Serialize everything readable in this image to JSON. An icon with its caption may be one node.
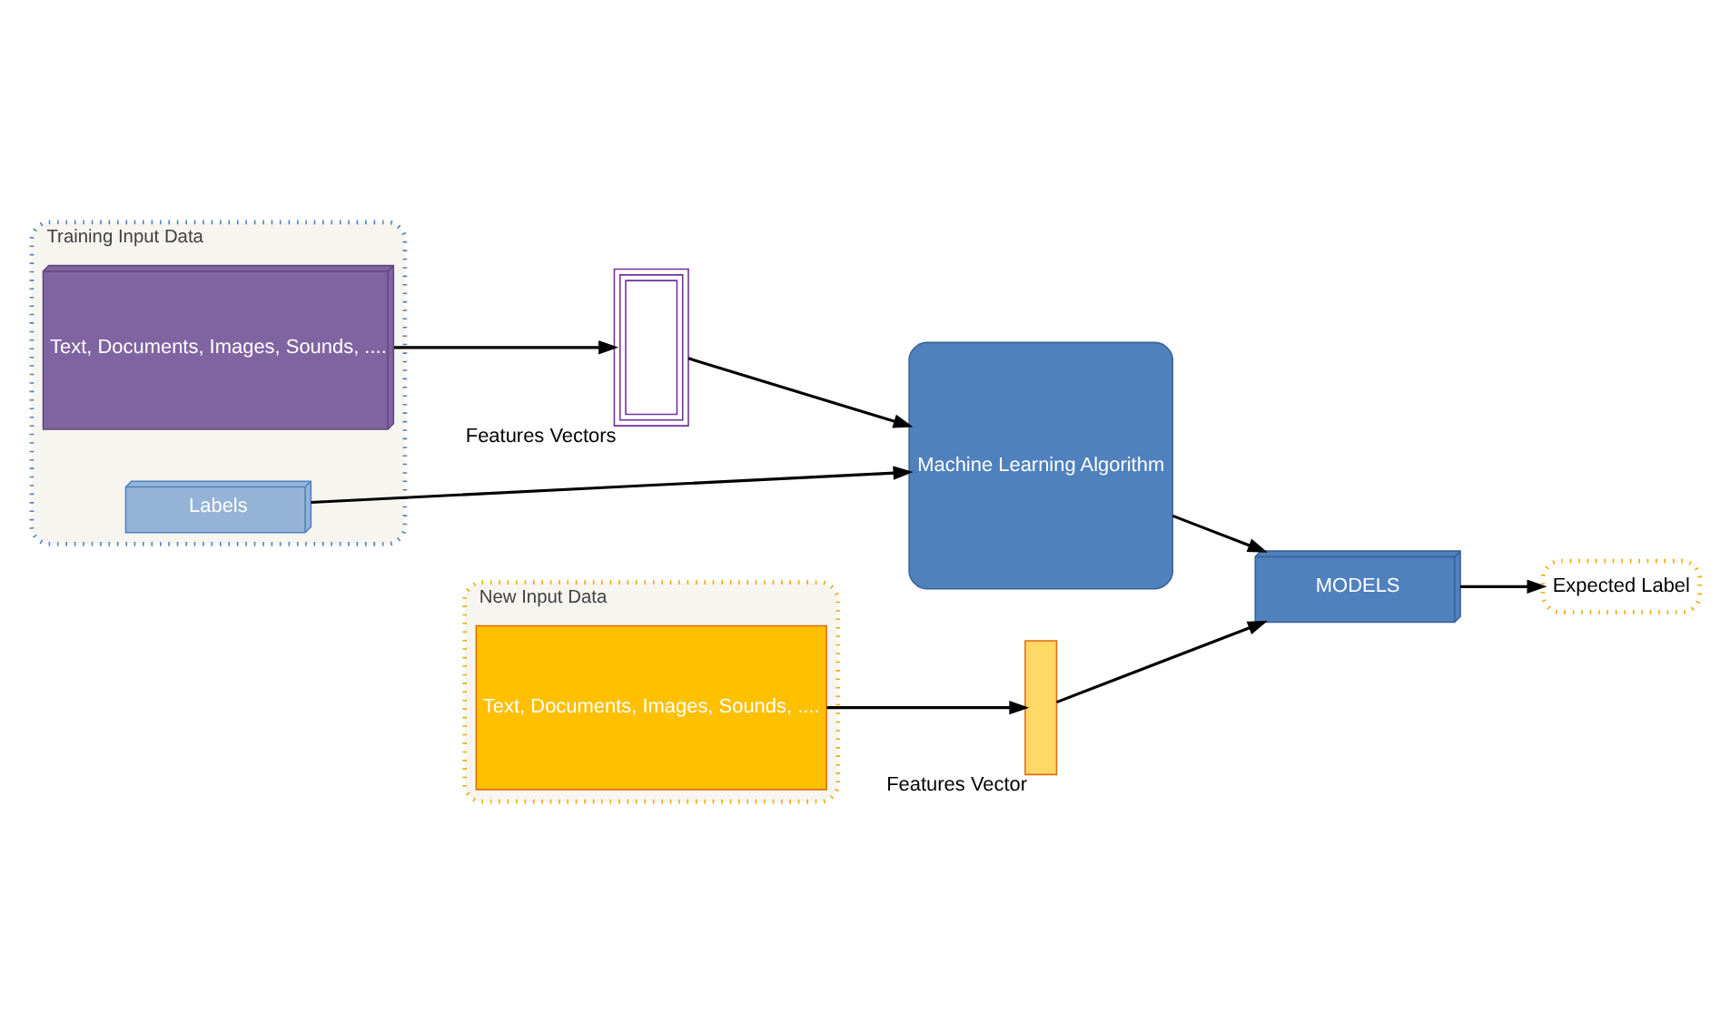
{
  "diagram": {
    "nodes": [
      {
        "text": [
          "Training Input Data"
        ]
      },
      {
        "text": [
          "Text, Documents, Images, Sounds, ...."
        ],
        "in": 0
      },
      {
        "text": [
          "Labels"
        ],
        "in": 0
      },
      {
        "text": [],
        "shape": "box",
        "beside": [
          "Features Vectors"
        ]
      },
      {
        "text": [
          "Machine Learning Algorithm"
        ]
      },
      {
        "text": [
          "New Input Data"
        ]
      },
      {
        "text": [
          "Text, Documents, Images, Sounds, ...."
        ],
        "in": 5
      },
      {
        "text": [],
        "shape": "box",
        "beside": [
          "Features Vector"
        ]
      },
      {
        "text": [
          "MODELS"
        ]
      },
      {
        "text": [
          "Expected Label"
        ]
      }
    ],
    "edges": [
      {
        "from": 1,
        "to": 3,
        "arrow": "to"
      },
      {
        "from": 3,
        "to": 4,
        "arrow": "to"
      },
      {
        "from": 2,
        "to": 4,
        "arrow": "to"
      },
      {
        "from": 4,
        "to": 8,
        "arrow": "to"
      },
      {
        "from": 6,
        "to": 7,
        "arrow": "to"
      },
      {
        "from": 7,
        "to": 8,
        "arrow": "to"
      },
      {
        "from": 8,
        "to": 9,
        "arrow": "to"
      }
    ]
  }
}
